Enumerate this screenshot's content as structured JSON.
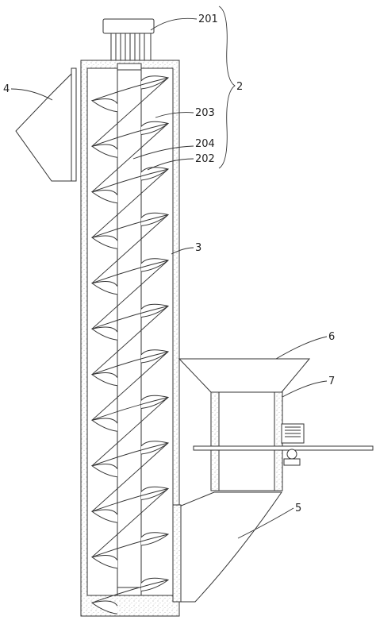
{
  "labels": {
    "motor": "201",
    "assembly": "2",
    "hopper_left": "4",
    "blade": "203",
    "shaft": "204",
    "spiral": "202",
    "housing": "3",
    "funnel": "6",
    "unit": "7",
    "chute": "5"
  },
  "colors": {
    "line": "#333333",
    "fill": "#ffffff",
    "stipple": "#9a9a9a"
  }
}
